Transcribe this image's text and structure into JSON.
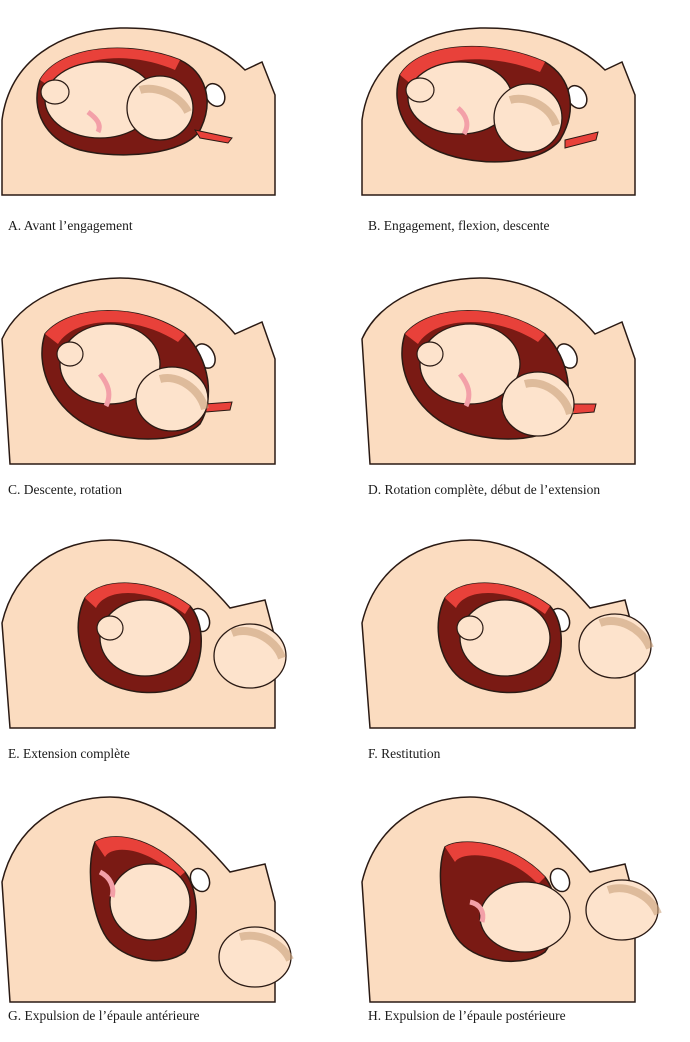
{
  "colors": {
    "skin": "#fbdcc0",
    "outline": "#2a1a14",
    "uterus_wall": "#e8413a",
    "uterus_dark": "#7a1a14",
    "fetus": "#fde3cc",
    "cord": "#f3a0a8",
    "hair": "#c9a07a"
  },
  "panels": [
    {
      "caption": "A. Avant l’engagement",
      "icon": "fetus-before-engagement-illustration"
    },
    {
      "caption": "B. Engagement, flexion, descente",
      "icon": "fetus-engagement-flexion-descent-illustration"
    },
    {
      "caption": "C. Descente, rotation",
      "icon": "fetus-descent-rotation-illustration"
    },
    {
      "caption": "D. Rotation complète, début de l’extension",
      "icon": "fetus-complete-rotation-illustration"
    },
    {
      "caption": "E. Extension complète",
      "icon": "fetus-complete-extension-illustration"
    },
    {
      "caption": "F. Restitution",
      "icon": "fetus-restitution-illustration"
    },
    {
      "caption": "G. Expulsion de l’épaule antérieure",
      "icon": "fetus-anterior-shoulder-expulsion-illustration"
    },
    {
      "caption": "H. Expulsion de l’épaule postérieure",
      "icon": "fetus-posterior-shoulder-expulsion-illustration"
    }
  ]
}
